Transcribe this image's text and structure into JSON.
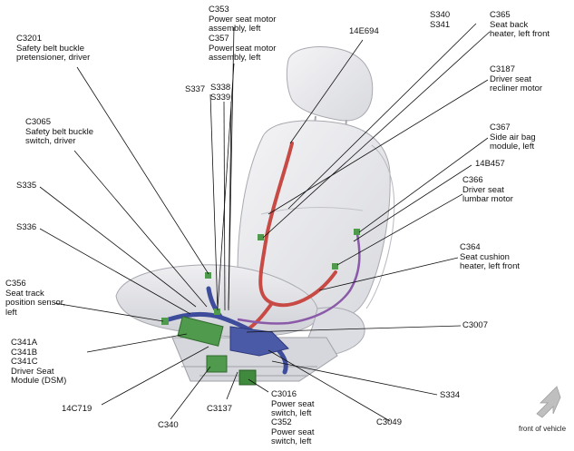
{
  "labels": {
    "c353": "C353\nPower seat motor\nassembly, left",
    "c357": "C357\nPower seat motor\nassembly, left",
    "s340": "S340\nS341",
    "c365": "C365\nSeat back\nheater, left front",
    "c3201": "C3201\nSafety belt buckle\npretensioner, driver",
    "e694": "14E694",
    "c3187": "C3187\nDriver seat\nrecliner motor",
    "s337": "S337",
    "s338": "S338\nS339",
    "c3065": "C3065\nSafety belt buckle\nswitch, driver",
    "c367": "C367\nSide air bag\nmodule, left",
    "b457": "14B457",
    "c366": "C366\nDriver seat\nlumbar motor",
    "s335": "S335",
    "s336": "S336",
    "c364": "C364\nSeat cushion\nheater, left front",
    "c356": "C356\nSeat track\nposition sensor,\nleft",
    "c3007": "C3007",
    "c341": "C341A\nC341B\nC341C\nDriver Seat\nModule (DSM)",
    "s334": "S334",
    "c719": "14C719",
    "c3016": "C3016\nPower seat\nswitch, left",
    "c3137": "C3137",
    "c352": "C352\nPower seat\nswitch, left",
    "c3049": "C3049",
    "c340": "C340",
    "front": "front of vehicle"
  },
  "colors": {
    "seat_fill": "#e9e9ec",
    "seat_stroke": "#a9aab0",
    "harness_red": "#c84a44",
    "harness_purple": "#8a5aa8",
    "harness_blue": "#3d4d9c",
    "connector_green": "#4f9a4c",
    "leader": "#111111",
    "arrow_gray": "#bfbfbf"
  }
}
